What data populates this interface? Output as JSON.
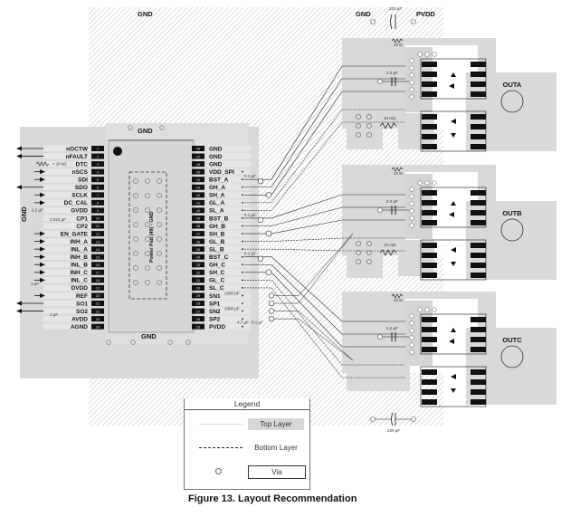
{
  "figure": {
    "caption": "Figure 13.  Layout Recommendation"
  },
  "zones": {
    "gnd_top": "GND",
    "gnd_left": "GND",
    "gnd_ic_top": "GND",
    "gnd_ic_bottom": "GND",
    "gnd_cap": "GND",
    "pvdd": "PVDD",
    "power_pad": "Power Pad (49) - GND"
  },
  "ic": {
    "left_pins": [
      {
        "num": "1",
        "name": "nOCTW",
        "dir": "out"
      },
      {
        "num": "2",
        "name": "nFAULT",
        "dir": "out"
      },
      {
        "num": "3",
        "name": "DTC",
        "dir": "res"
      },
      {
        "num": "4",
        "name": "nSCS",
        "dir": "in"
      },
      {
        "num": "5",
        "name": "SDI",
        "dir": "in"
      },
      {
        "num": "6",
        "name": "SDO",
        "dir": "out"
      },
      {
        "num": "7",
        "name": "SCLK",
        "dir": "in"
      },
      {
        "num": "8",
        "name": "DC_CAL",
        "dir": "in"
      },
      {
        "num": "9",
        "name": "GVDD",
        "dir": "cap"
      },
      {
        "num": "10",
        "name": "CP1",
        "dir": "cap"
      },
      {
        "num": "11",
        "name": "CP2",
        "dir": "cap"
      },
      {
        "num": "12",
        "name": "EN_GATE",
        "dir": "in"
      },
      {
        "num": "13",
        "name": "INH_A",
        "dir": "in"
      },
      {
        "num": "14",
        "name": "INL_A",
        "dir": "in"
      },
      {
        "num": "15",
        "name": "INH_B",
        "dir": "in"
      },
      {
        "num": "16",
        "name": "INL_B",
        "dir": "in"
      },
      {
        "num": "17",
        "name": "INH_C",
        "dir": "in"
      },
      {
        "num": "18",
        "name": "INL_C",
        "dir": "in"
      },
      {
        "num": "19",
        "name": "DVDD",
        "dir": "cap"
      },
      {
        "num": "20",
        "name": "REF",
        "dir": "in"
      },
      {
        "num": "21",
        "name": "SO1",
        "dir": "out"
      },
      {
        "num": "22",
        "name": "SO2",
        "dir": "out"
      },
      {
        "num": "23",
        "name": "AVDD",
        "dir": "cap"
      },
      {
        "num": "24",
        "name": "AGND",
        "dir": "gnd"
      }
    ],
    "right_pins": [
      {
        "num": "48",
        "name": "GND"
      },
      {
        "num": "47",
        "name": "GND"
      },
      {
        "num": "46",
        "name": "GND"
      },
      {
        "num": "45",
        "name": "VDD_SPI"
      },
      {
        "num": "44",
        "name": "BST_A"
      },
      {
        "num": "43",
        "name": "GH_A"
      },
      {
        "num": "42",
        "name": "SH_A"
      },
      {
        "num": "41",
        "name": "GL_A"
      },
      {
        "num": "40",
        "name": "SL_A"
      },
      {
        "num": "39",
        "name": "BST_B"
      },
      {
        "num": "38",
        "name": "GH_B"
      },
      {
        "num": "37",
        "name": "SH_B"
      },
      {
        "num": "36",
        "name": "GL_B"
      },
      {
        "num": "35",
        "name": "SL_B"
      },
      {
        "num": "34",
        "name": "BST_C"
      },
      {
        "num": "33",
        "name": "GH_C"
      },
      {
        "num": "32",
        "name": "SH_C"
      },
      {
        "num": "31",
        "name": "GL_C"
      },
      {
        "num": "30",
        "name": "SL_C"
      },
      {
        "num": "29",
        "name": "SN1"
      },
      {
        "num": "28",
        "name": "SP1"
      },
      {
        "num": "27",
        "name": "SN2"
      },
      {
        "num": "26",
        "name": "SP2"
      },
      {
        "num": "25",
        "name": "PVDD"
      }
    ]
  },
  "components": {
    "dtc_res": "≈ 10 kΩ",
    "gvdd_cap": "2.2 µF",
    "cp_cap": "0.022 µF",
    "dvdd_cap": "1 µF",
    "avdd_cap": "1 µF",
    "bst_cap": "0.1 µF",
    "sense_cap": "1000 pF",
    "pvdd_cap1": "4.7 µF",
    "pvdd_cap2": "0.1 µF",
    "bulk_cap_top": "220 µF",
    "bulk_cap_bottom": "220 µF",
    "boot_cap_a": "2.2 µF",
    "boot_cap_b": "2.2 µF",
    "boot_cap_c": "2.2 µF",
    "gate_res": "10 Ω",
    "sense_res": "10 mΩ"
  },
  "outputs": [
    "OUTA",
    "OUTB",
    "OUTC"
  ],
  "legend": {
    "title": "Legend",
    "items": [
      {
        "label": "Top Layer",
        "style": "solid"
      },
      {
        "label": "Bottom Layer",
        "style": "dashed"
      },
      {
        "label": "Via",
        "style": "circle"
      }
    ]
  }
}
